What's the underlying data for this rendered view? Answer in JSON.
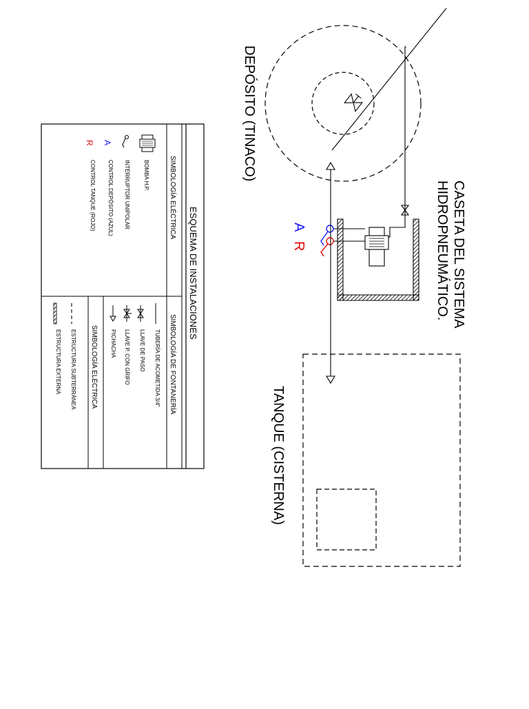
{
  "labels": {
    "deposito": "DEPÓSITO (TINACO)",
    "caseta_line1": "CASETA DEL SISTEMA",
    "caseta_line2": "HIDROPNEUMÁTICO.",
    "tanque": "TANQUE (CISTERNA)",
    "switch_a": "A",
    "switch_r": "R"
  },
  "legend": {
    "title": "ESQUEMA DE INSTALACIONES",
    "electrica_header": "SIMBOLOGÍA ELÉCTRICA",
    "fontaneria_header": "SIMBOLOGÍA DE FONTANERÍA",
    "electrica2_header": "SIMBOLOGÍA ELÉCTRICA",
    "electrica_items": [
      {
        "symbol": "",
        "text": "BOMBA H.P."
      },
      {
        "symbol": "",
        "text": "INTERRUPTOR UNIPOLAR"
      },
      {
        "symbol": "A",
        "text": "CONTROL DEPÓSITO (AZUL)"
      },
      {
        "symbol": "R",
        "text": "CONTROL TANQUE (ROJO)"
      }
    ],
    "fontaneria_items": [
      {
        "text": "TUBERÍA DE ACOMETIDA 3/4\""
      },
      {
        "text": "LLAVE DE PASO"
      },
      {
        "text": "LLAVE P. CON GRIFO"
      },
      {
        "text": "PICHACHA"
      }
    ],
    "estructura_items": [
      {
        "text": "ESTRUCTURA SUBTERRÁNEA"
      },
      {
        "text": "ESTRUCTURA EXTERNA"
      }
    ]
  },
  "colors": {
    "line": "#000000",
    "azul": "#1a1aff",
    "rojo": "#e01010"
  }
}
